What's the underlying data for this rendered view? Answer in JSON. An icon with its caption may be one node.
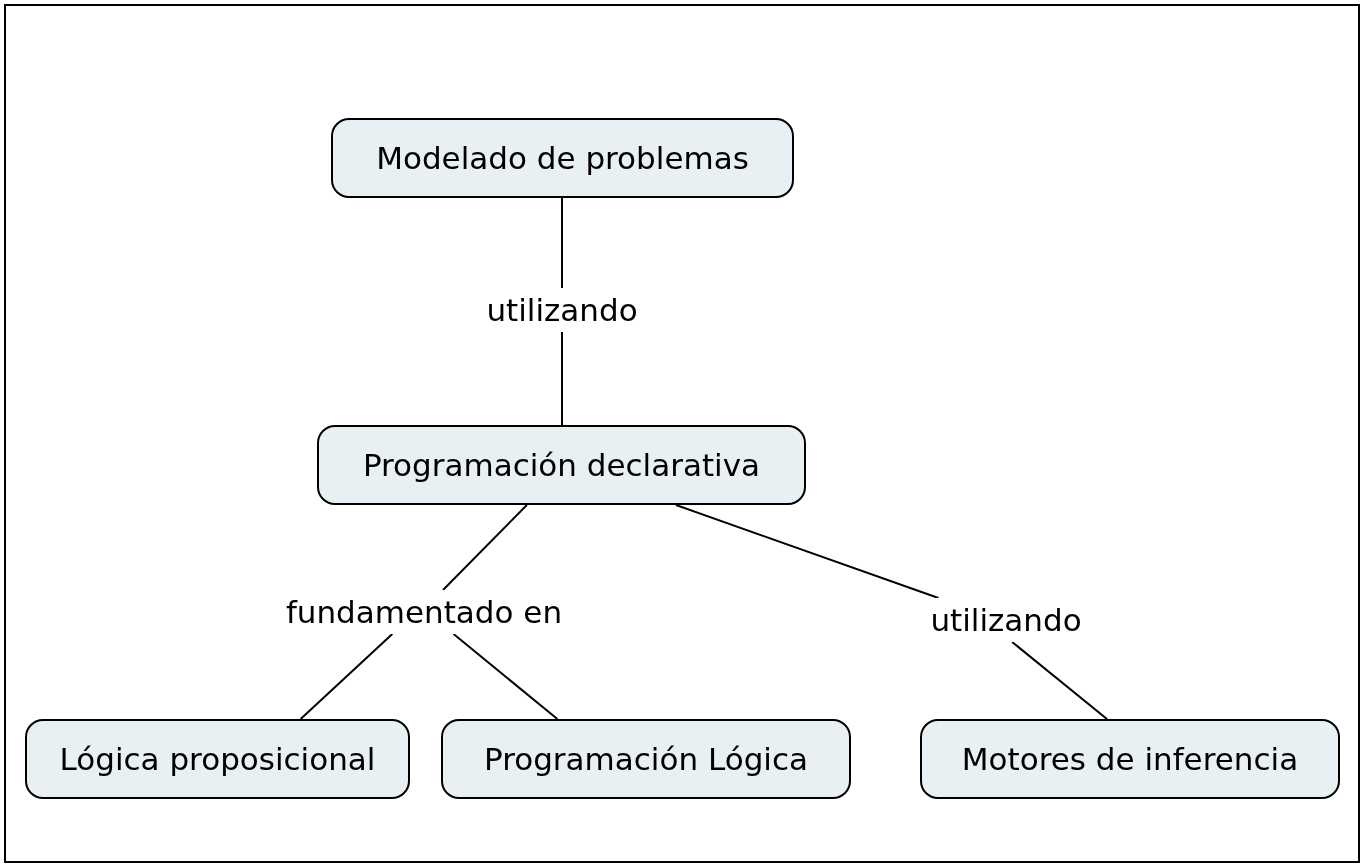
{
  "diagram": {
    "nodes": [
      {
        "text": [
          "Modelado de problemas"
        ]
      },
      {
        "text": [
          "utilizando"
        ]
      },
      {
        "text": [
          "Programación declarativa"
        ]
      },
      {
        "text": [
          "fundamentado en"
        ]
      },
      {
        "text": [
          "utilizando"
        ]
      },
      {
        "text": [
          "Lógica proposicional"
        ]
      },
      {
        "text": [
          "Programación Lógica"
        ]
      },
      {
        "text": [
          "Motores de inferencia"
        ]
      }
    ],
    "edges": [
      {
        "from": 0,
        "to": 1,
        "arrow": "none"
      },
      {
        "from": 1,
        "to": 2,
        "arrow": "none"
      },
      {
        "from": 2,
        "to": 3,
        "arrow": "none"
      },
      {
        "from": 2,
        "to": 4,
        "arrow": "none"
      },
      {
        "from": 3,
        "to": 5,
        "arrow": "none"
      },
      {
        "from": 3,
        "to": 6,
        "arrow": "none"
      },
      {
        "from": 4,
        "to": 7,
        "arrow": "none"
      }
    ]
  }
}
